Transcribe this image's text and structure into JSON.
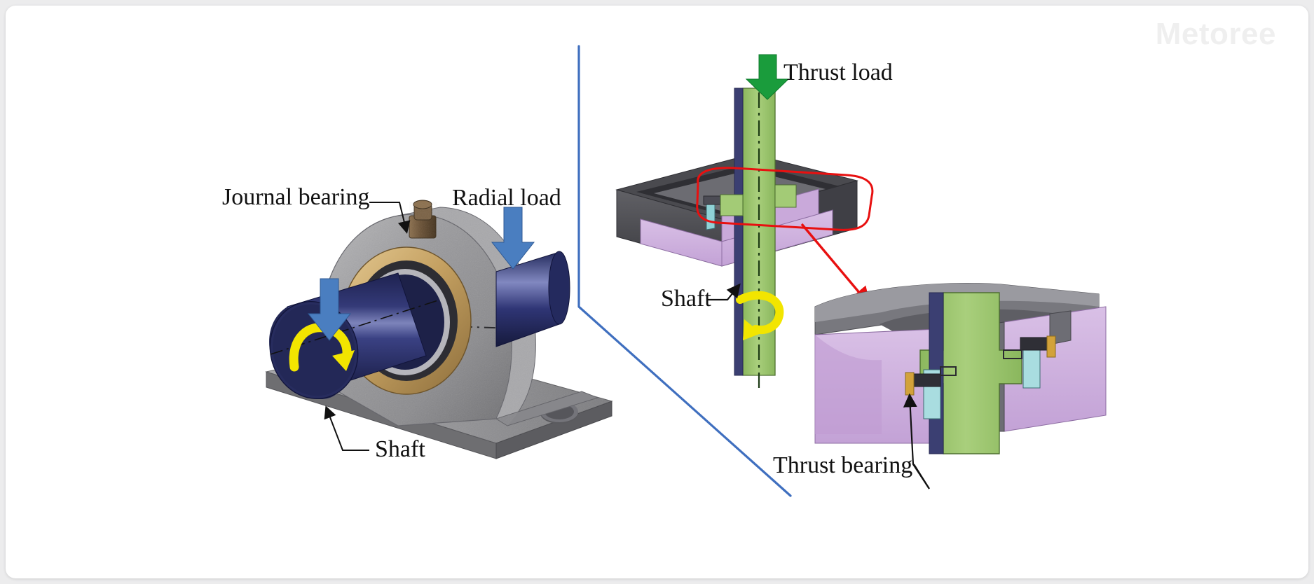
{
  "watermark": "Metoree",
  "colors": {
    "radial_arrow": "#4a7ec0",
    "thrust_arrow": "#1a9c3c",
    "rotation_arrow": "#f2e500",
    "callout": "#e81010",
    "divider": "#3f6fbf",
    "shaft_navy": "#2b2f66",
    "shaft_green": "#9cc46a",
    "housing_gray": "#8e8e90",
    "housing_purple": "#cdaedd",
    "bronze_ring": "#c6a36a",
    "label_text": "#111111"
  },
  "left_panel": {
    "name": "journal-bearing-illustration",
    "labels": {
      "bearing": "Journal bearing",
      "load": "Radial load",
      "shaft": "Shaft"
    }
  },
  "right_panel": {
    "name": "thrust-bearing-illustration",
    "labels": {
      "load": "Thrust load",
      "shaft": "Shaft",
      "bearing": "Thrust bearing"
    }
  }
}
